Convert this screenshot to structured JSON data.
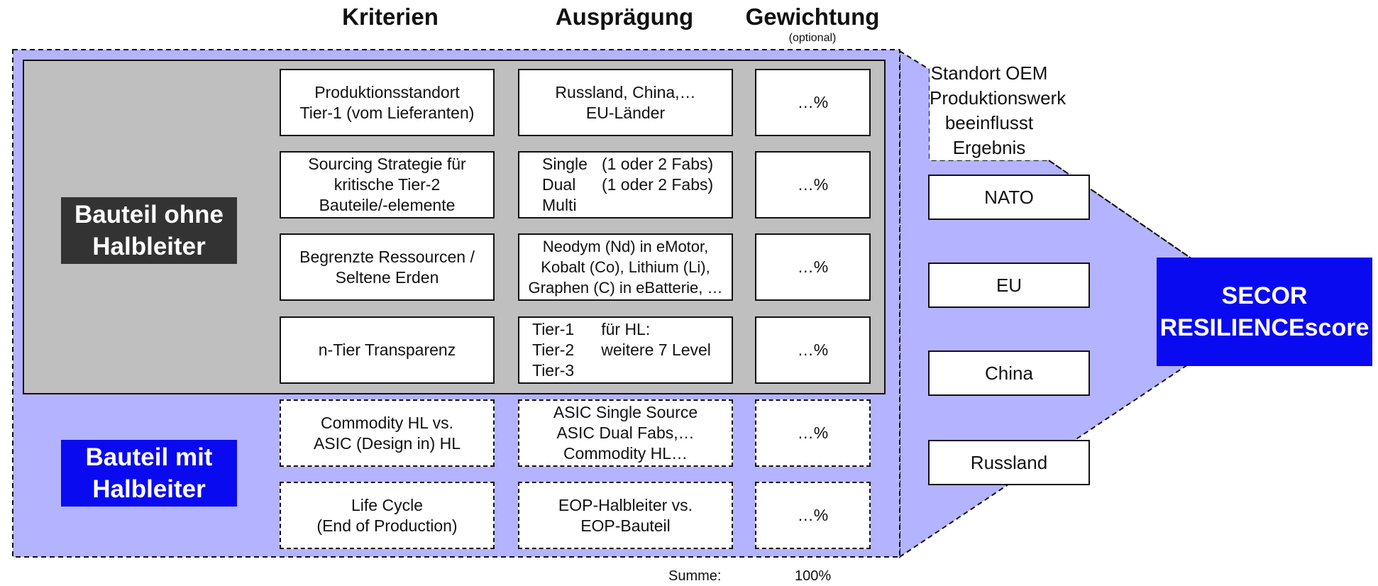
{
  "headers": {
    "criteria": "Kriterien",
    "characteristic": "Ausprägung",
    "weighting": "Gewichtung",
    "weighting_note": "(optional)"
  },
  "groups": {
    "without_semiconductor": "Bauteil ohne\nHalbleiter",
    "with_semiconductor": "Bauteil mit\nHalbleiter"
  },
  "rows": [
    {
      "criteria": "Produktionsstandort\nTier-1 (vom Lieferanten)",
      "value": "Russland, China,…\nEU-Länder",
      "weight": "…%"
    },
    {
      "criteria": "Sourcing Strategie für\nkritische Tier-2\nBauteile/-elemente",
      "value_col1": "Single\nDual\nMulti",
      "value_col2": "(1 oder 2 Fabs)\n(1 oder 2 Fabs)\n ",
      "weight": "…%"
    },
    {
      "criteria": "Begrenzte Ressourcen /\nSeltene Erden",
      "value": "Neodym (Nd) in eMotor,\nKobalt (Co), Lithium (Li),\nGraphen (C) in eBatterie, …",
      "weight": "…%"
    },
    {
      "criteria": "n-Tier Transparenz",
      "value_col1": "Tier-1\nTier-2\nTier-3",
      "value_col2": "für HL:\nweitere 7 Level\n ",
      "weight": "…%"
    },
    {
      "criteria": "Commodity HL vs.\nASIC (Design in) HL",
      "value": "ASIC Single Source\nASIC Dual Fabs,…\nCommodity HL…",
      "weight": "…%"
    },
    {
      "criteria": "Life Cycle\n(End of Production)",
      "value": "EOP-Halbleiter vs.\nEOP-Bauteil",
      "weight": "…%"
    }
  ],
  "location_note": "Standort OEM\nProduktionswerk\nbeeinflusst\nErgebnis",
  "regions": [
    "NATO",
    "EU",
    "China",
    "Russland"
  ],
  "result": "SECOR\nRESILIENCEscore",
  "sum": {
    "label": "Summe:",
    "value": "100%"
  },
  "colors": {
    "lavender": "#b3b3ff",
    "gray_panel": "#bfbfbf",
    "dark_label": "#333333",
    "blue": "#0a0af0"
  }
}
